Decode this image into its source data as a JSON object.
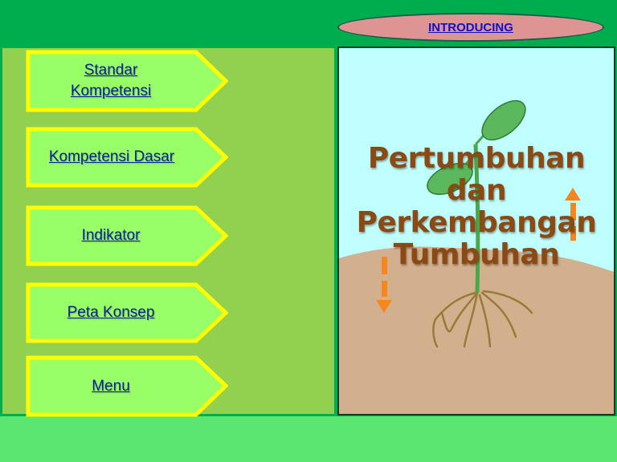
{
  "header": {
    "badge_label": "INTRODUCING"
  },
  "nav": {
    "items": [
      {
        "label": "Standar Kompetensi",
        "line1": "Standar",
        "line2": "Kompetensi"
      },
      {
        "label": "Kompetensi Dasar"
      },
      {
        "label": "Indikator"
      },
      {
        "label": "Peta Konsep"
      },
      {
        "label": "Menu"
      }
    ]
  },
  "main": {
    "title_lines": [
      "Pertumbuhan",
      "dan",
      "Perkembangan",
      "Tumbuhan"
    ],
    "image": "plant-growth-illustration",
    "arrows": [
      "arrow-up-icon",
      "arrow-down-icon"
    ]
  },
  "colors": {
    "top_band": "#00AD4E",
    "left_panel": "#92D050",
    "bottom_band": "#5BE672",
    "button_fill": "#99FF66",
    "button_border": "#FFFF00",
    "link_text": "#0A1F9E",
    "pill_fill": "#DE9493",
    "sky": "#C0FFFF",
    "soil": "#D2B08E",
    "title_text": "#8B4A14",
    "arrow": "#F7861E"
  }
}
